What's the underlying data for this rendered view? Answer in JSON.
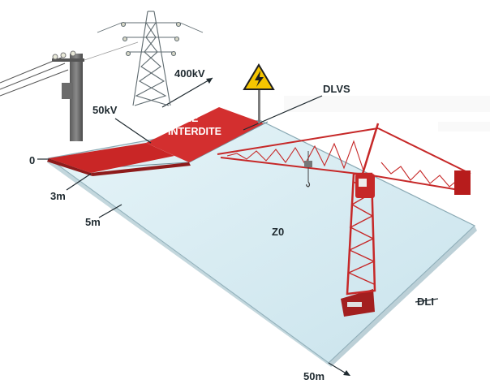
{
  "voltage_high": "400kV",
  "voltage_low": "50kV",
  "zone_line1": "ZONE",
  "zone_line2": "INTERDITE",
  "dlvs": "DLVS",
  "z0": "Z0",
  "dli": "DLI",
  "dist_0": "0",
  "dist_3": "3m",
  "dist_5": "5m",
  "dist_50": "50m",
  "colors": {
    "zone_red": "#d32f2f",
    "ground_blue": "#d6edf3",
    "crane_red": "#c62828",
    "warning_yellow": "#f6c500"
  }
}
